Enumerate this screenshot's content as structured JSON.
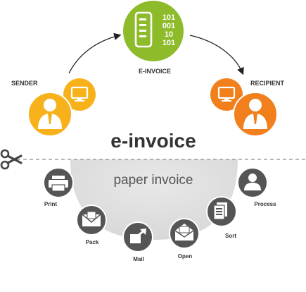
{
  "title": "e-invoice",
  "paper_title": "paper invoice",
  "nodes": {
    "einvoice": {
      "label": "E-INVOICE",
      "digits": [
        "101",
        "001",
        "10",
        "101"
      ],
      "color": "#8dbb2a"
    },
    "sender": {
      "label": "SENDER",
      "color": "#f7b21b"
    },
    "recipient": {
      "label": "RECIPIENT",
      "color": "#f07f1c"
    }
  },
  "paper_steps": [
    {
      "label": "Print",
      "icon": "printer-icon"
    },
    {
      "label": "Pack",
      "icon": "envelope-icon"
    },
    {
      "label": "Mail",
      "icon": "mail-arrow-icon"
    },
    {
      "label": "Open",
      "icon": "open-envelope-icon"
    },
    {
      "label": "Sort",
      "icon": "documents-icon"
    },
    {
      "label": "Process",
      "icon": "person-icon"
    }
  ],
  "colors": {
    "step_circle": "#555555",
    "paper_area": "#e6e6e6",
    "dashed": "#8c8c8c",
    "arrow": "#222222"
  },
  "icons": {
    "cut_line": "scissors-icon"
  }
}
